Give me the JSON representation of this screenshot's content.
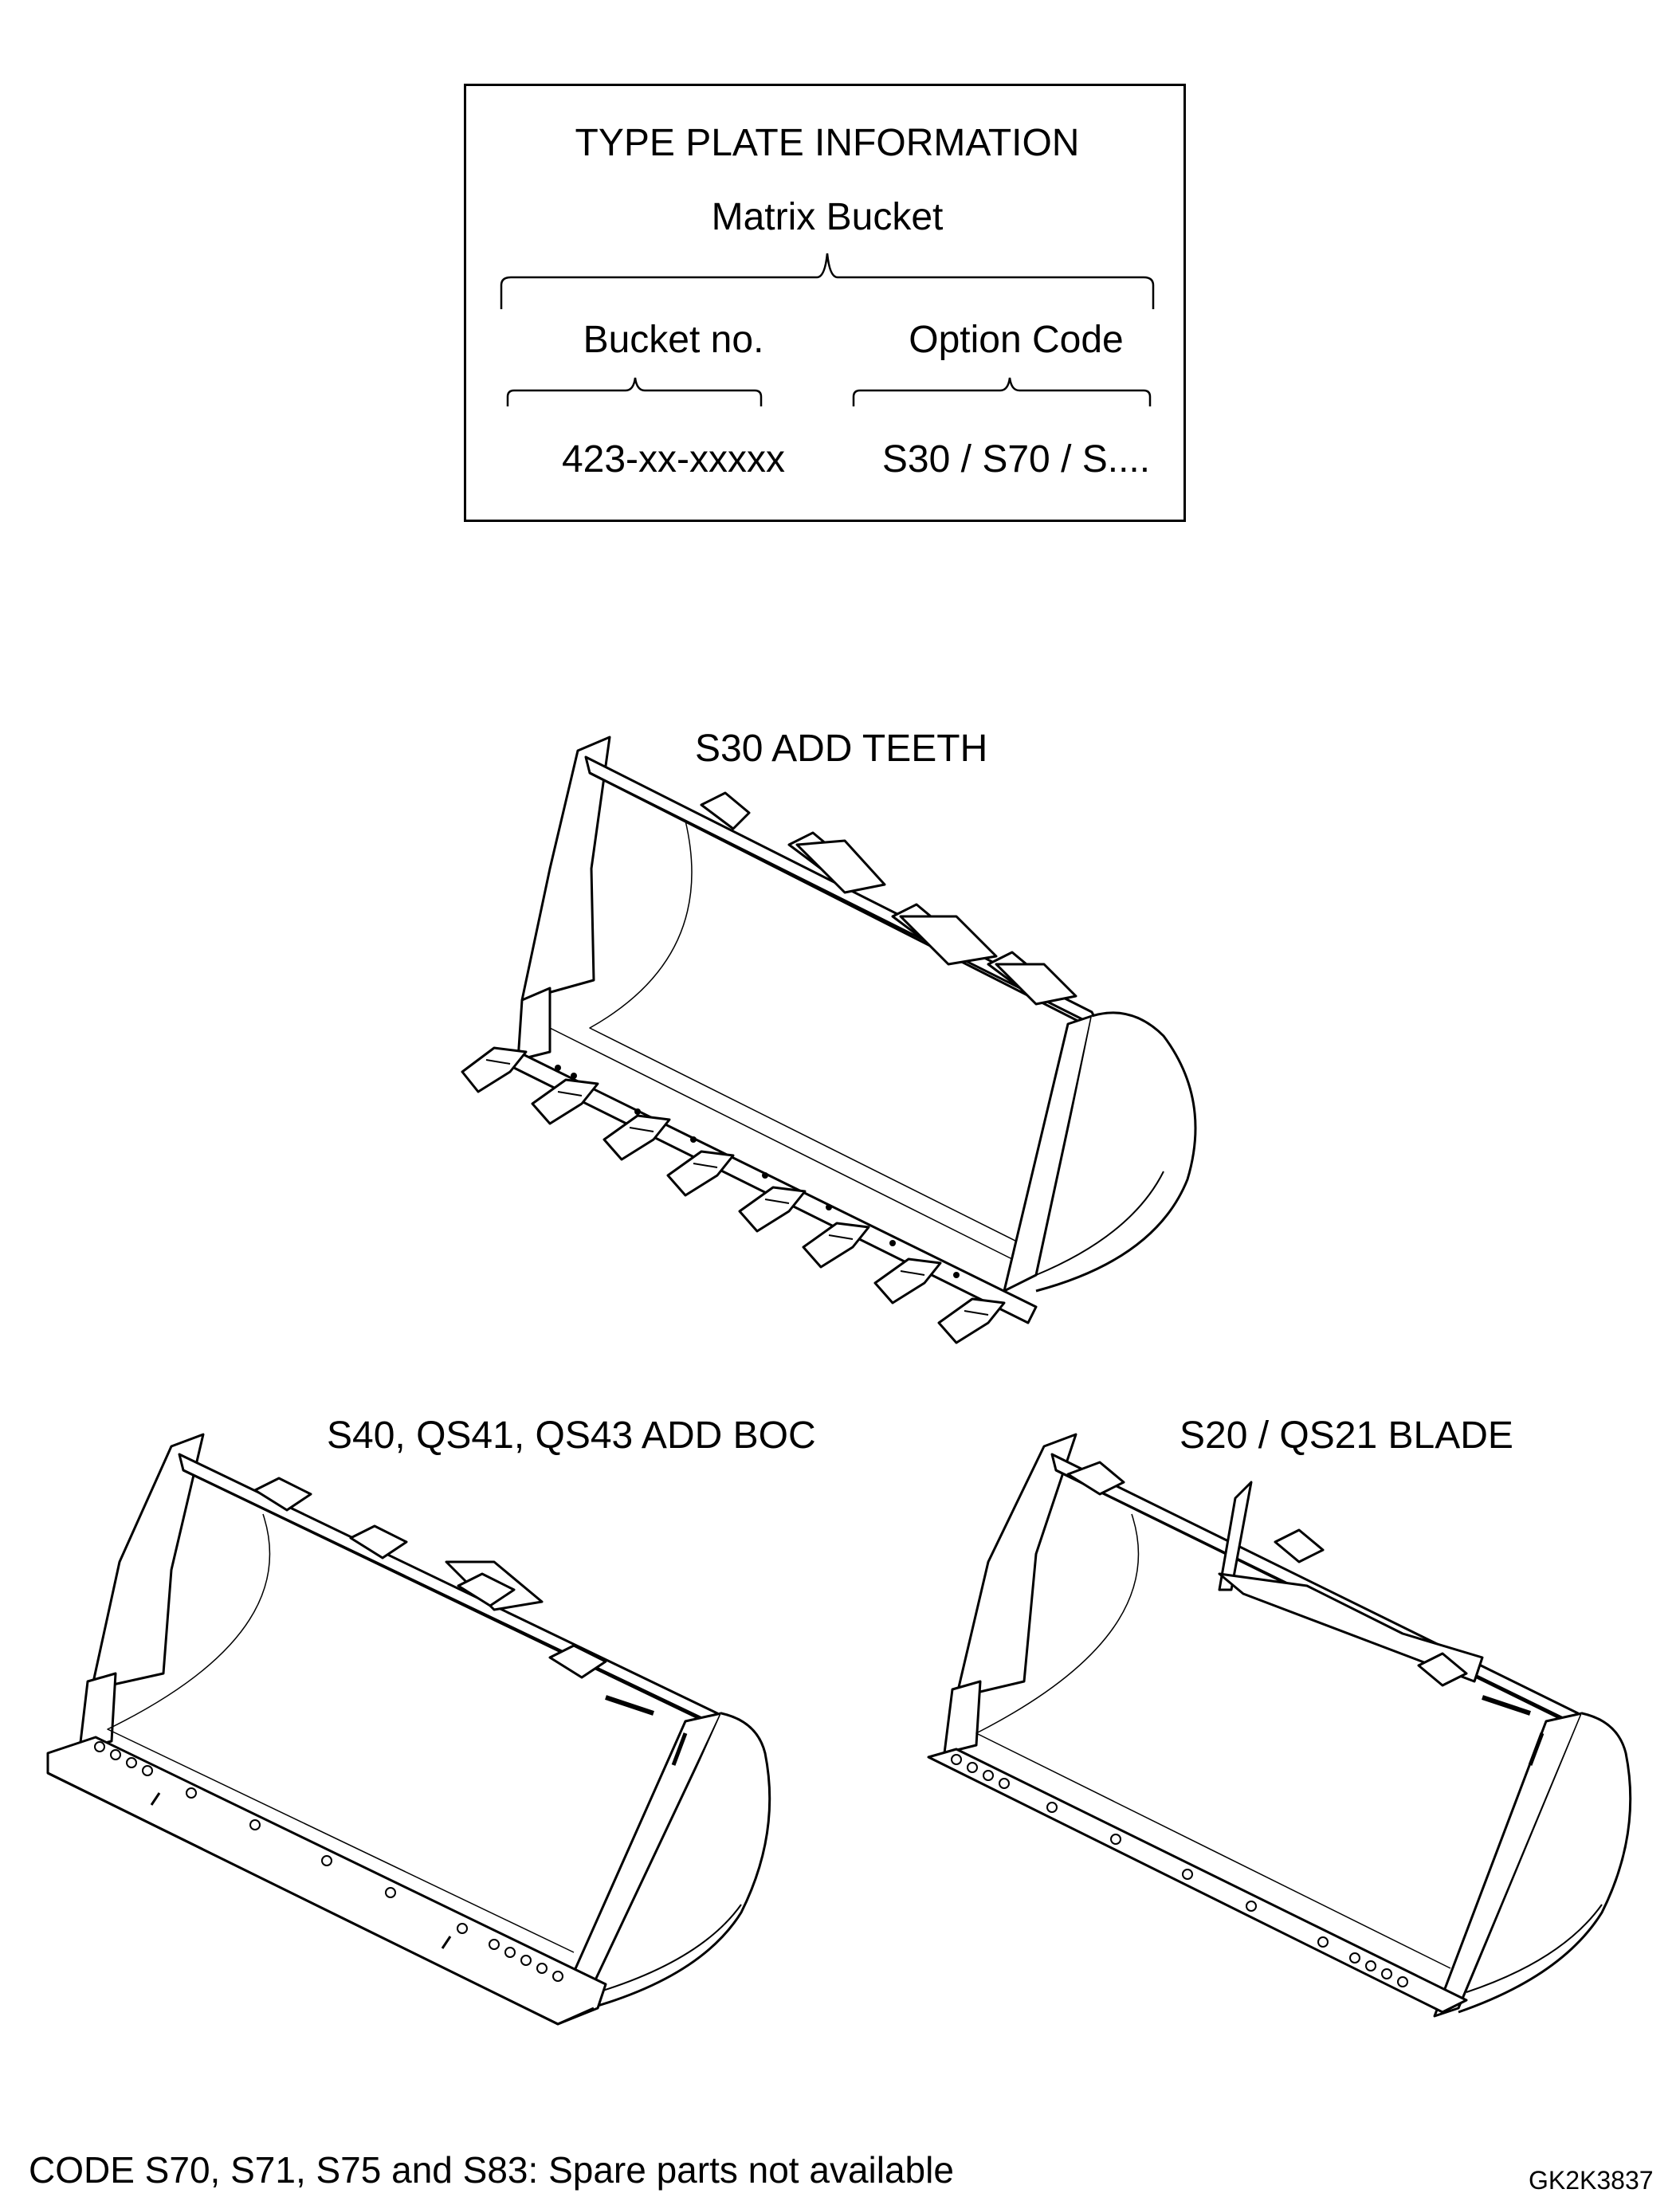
{
  "type_plate": {
    "title": "TYPE PLATE INFORMATION",
    "subtitle": "Matrix Bucket",
    "bucket_no_label": "Bucket no.",
    "option_code_label": "Option Code",
    "bucket_no_value": "423-xx-xxxxx",
    "option_code_value": "S30 / S70 / S...."
  },
  "buckets": {
    "teeth": {
      "label": "S30 ADD TEETH"
    },
    "boc": {
      "label": "S40, QS41, QS43 ADD BOC"
    },
    "blade": {
      "label": "S20 / QS21 BLADE"
    }
  },
  "footer": {
    "note": "CODE S70, S71, S75 and  S83: Spare parts not available",
    "drawing_code": "GK2K3837"
  }
}
